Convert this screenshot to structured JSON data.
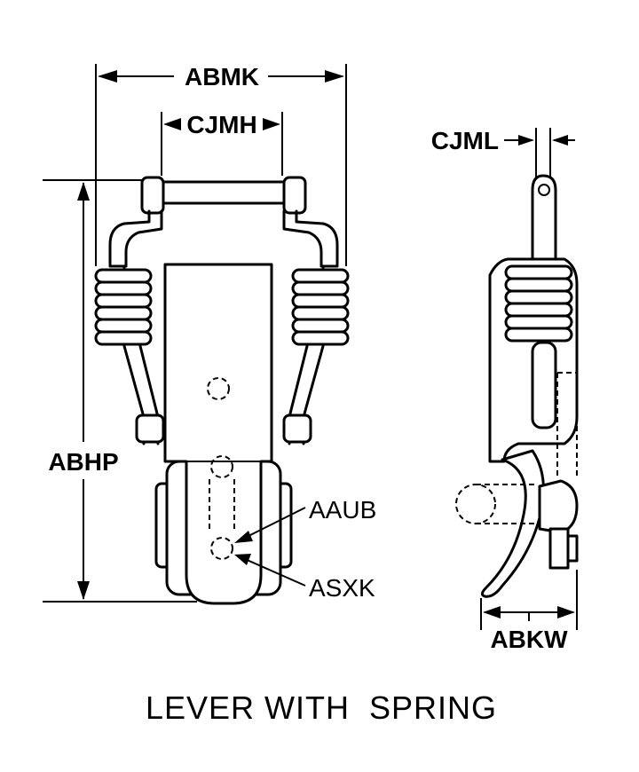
{
  "diagram": {
    "caption": "LEVER WITH  SPRING",
    "dimensions": {
      "abmk": "ABMK",
      "cjmh": "CJMH",
      "cjml": "CJML",
      "abhp": "ABHP",
      "aaub": "AAUB",
      "asxk": "ASXK",
      "abkw": "ABKW"
    }
  }
}
